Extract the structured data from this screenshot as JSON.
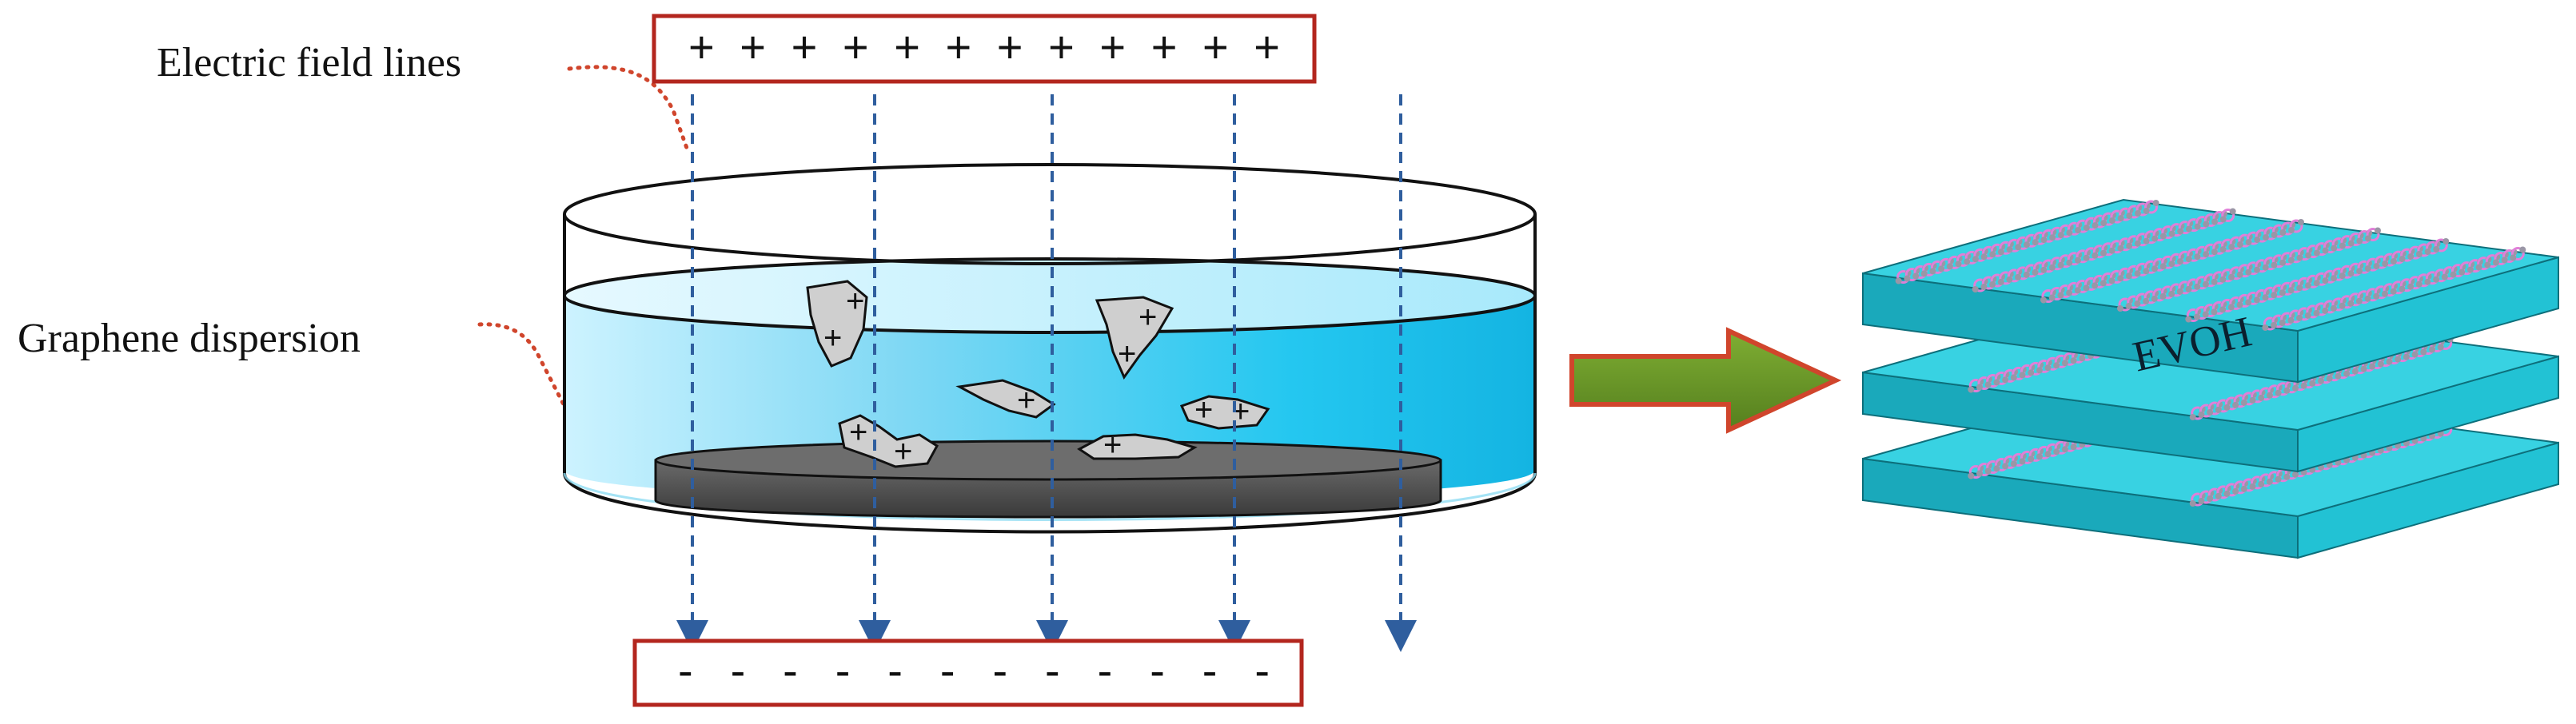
{
  "labels": {
    "field_lines": "Electric field lines",
    "dispersion": "Graphene dispersion",
    "evoh": "EVOH"
  },
  "electrode": {
    "positive_symbols": "+ + + + + + + + + + + +",
    "negative_symbols": "- - - - - - - - - - - -"
  },
  "flake_charge": "+",
  "colors": {
    "electrode_border": "#b3261e",
    "field_line": "#2f5e9e",
    "leader_dots": "#d0452c",
    "liquid_light": "#cdf3ff",
    "liquid_dark": "#19c3f0",
    "substrate": "#505050",
    "flake": "#cfcfcf",
    "arrow_fill": "#6a9a2a",
    "arrow_border": "#d0452c",
    "evoh_layer": "#22c2d4",
    "graphene_atom": "#9a96a6",
    "graphene_bond": "#e07fd8"
  },
  "icons": {
    "process_arrow": "right-arrow-icon"
  }
}
